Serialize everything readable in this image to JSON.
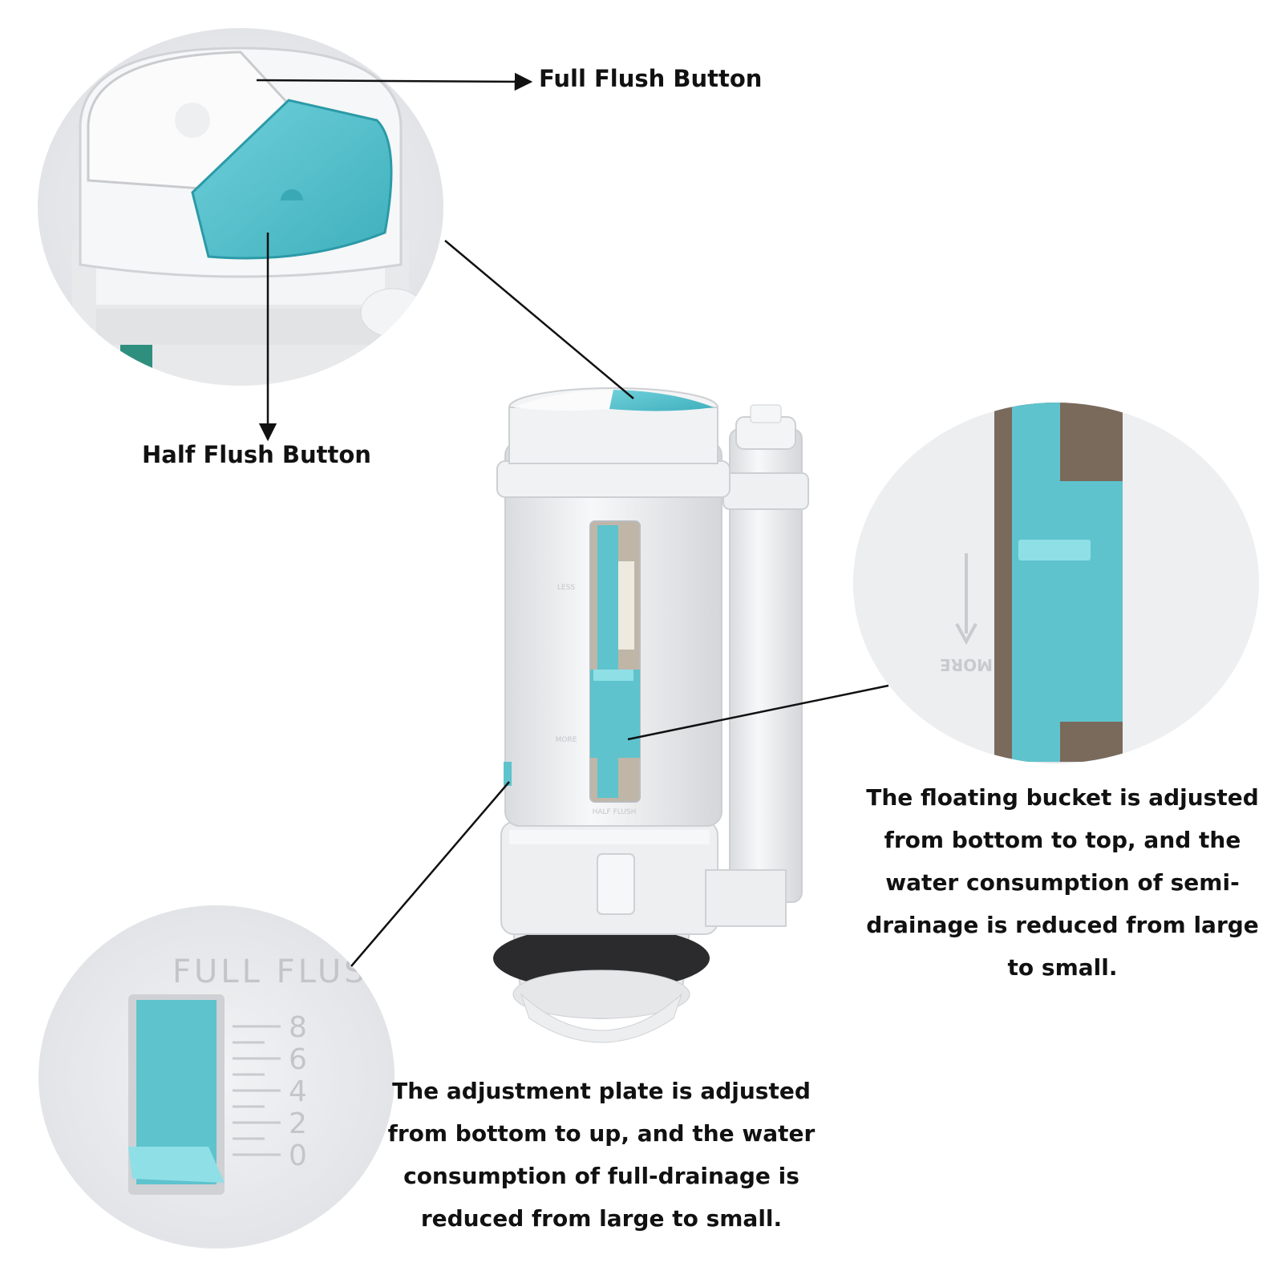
{
  "labels": {
    "full_flush": "Full Flush Button",
    "half_flush": "Half Flush Button",
    "floating_bucket": "The floating bucket is adjusted from bottom to top, and the water consumption of semi-drainage is reduced from large to small.",
    "adjustment_plate": "The adjustment plate is adjusted from bottom to up, and the water consumption of full-drainage is reduced from large to small."
  },
  "product_marks": {
    "less": "LESS",
    "more": "MORE",
    "half_flush": "HALF FLUSH",
    "full_flush": "FULL FLUSH",
    "scale": [
      "8",
      "6",
      "4",
      "2",
      "0"
    ]
  },
  "colors": {
    "accent_teal": "#4fc1cc",
    "plastic_white": "#f1f2f4",
    "gasket_black": "#2b2b2d"
  }
}
